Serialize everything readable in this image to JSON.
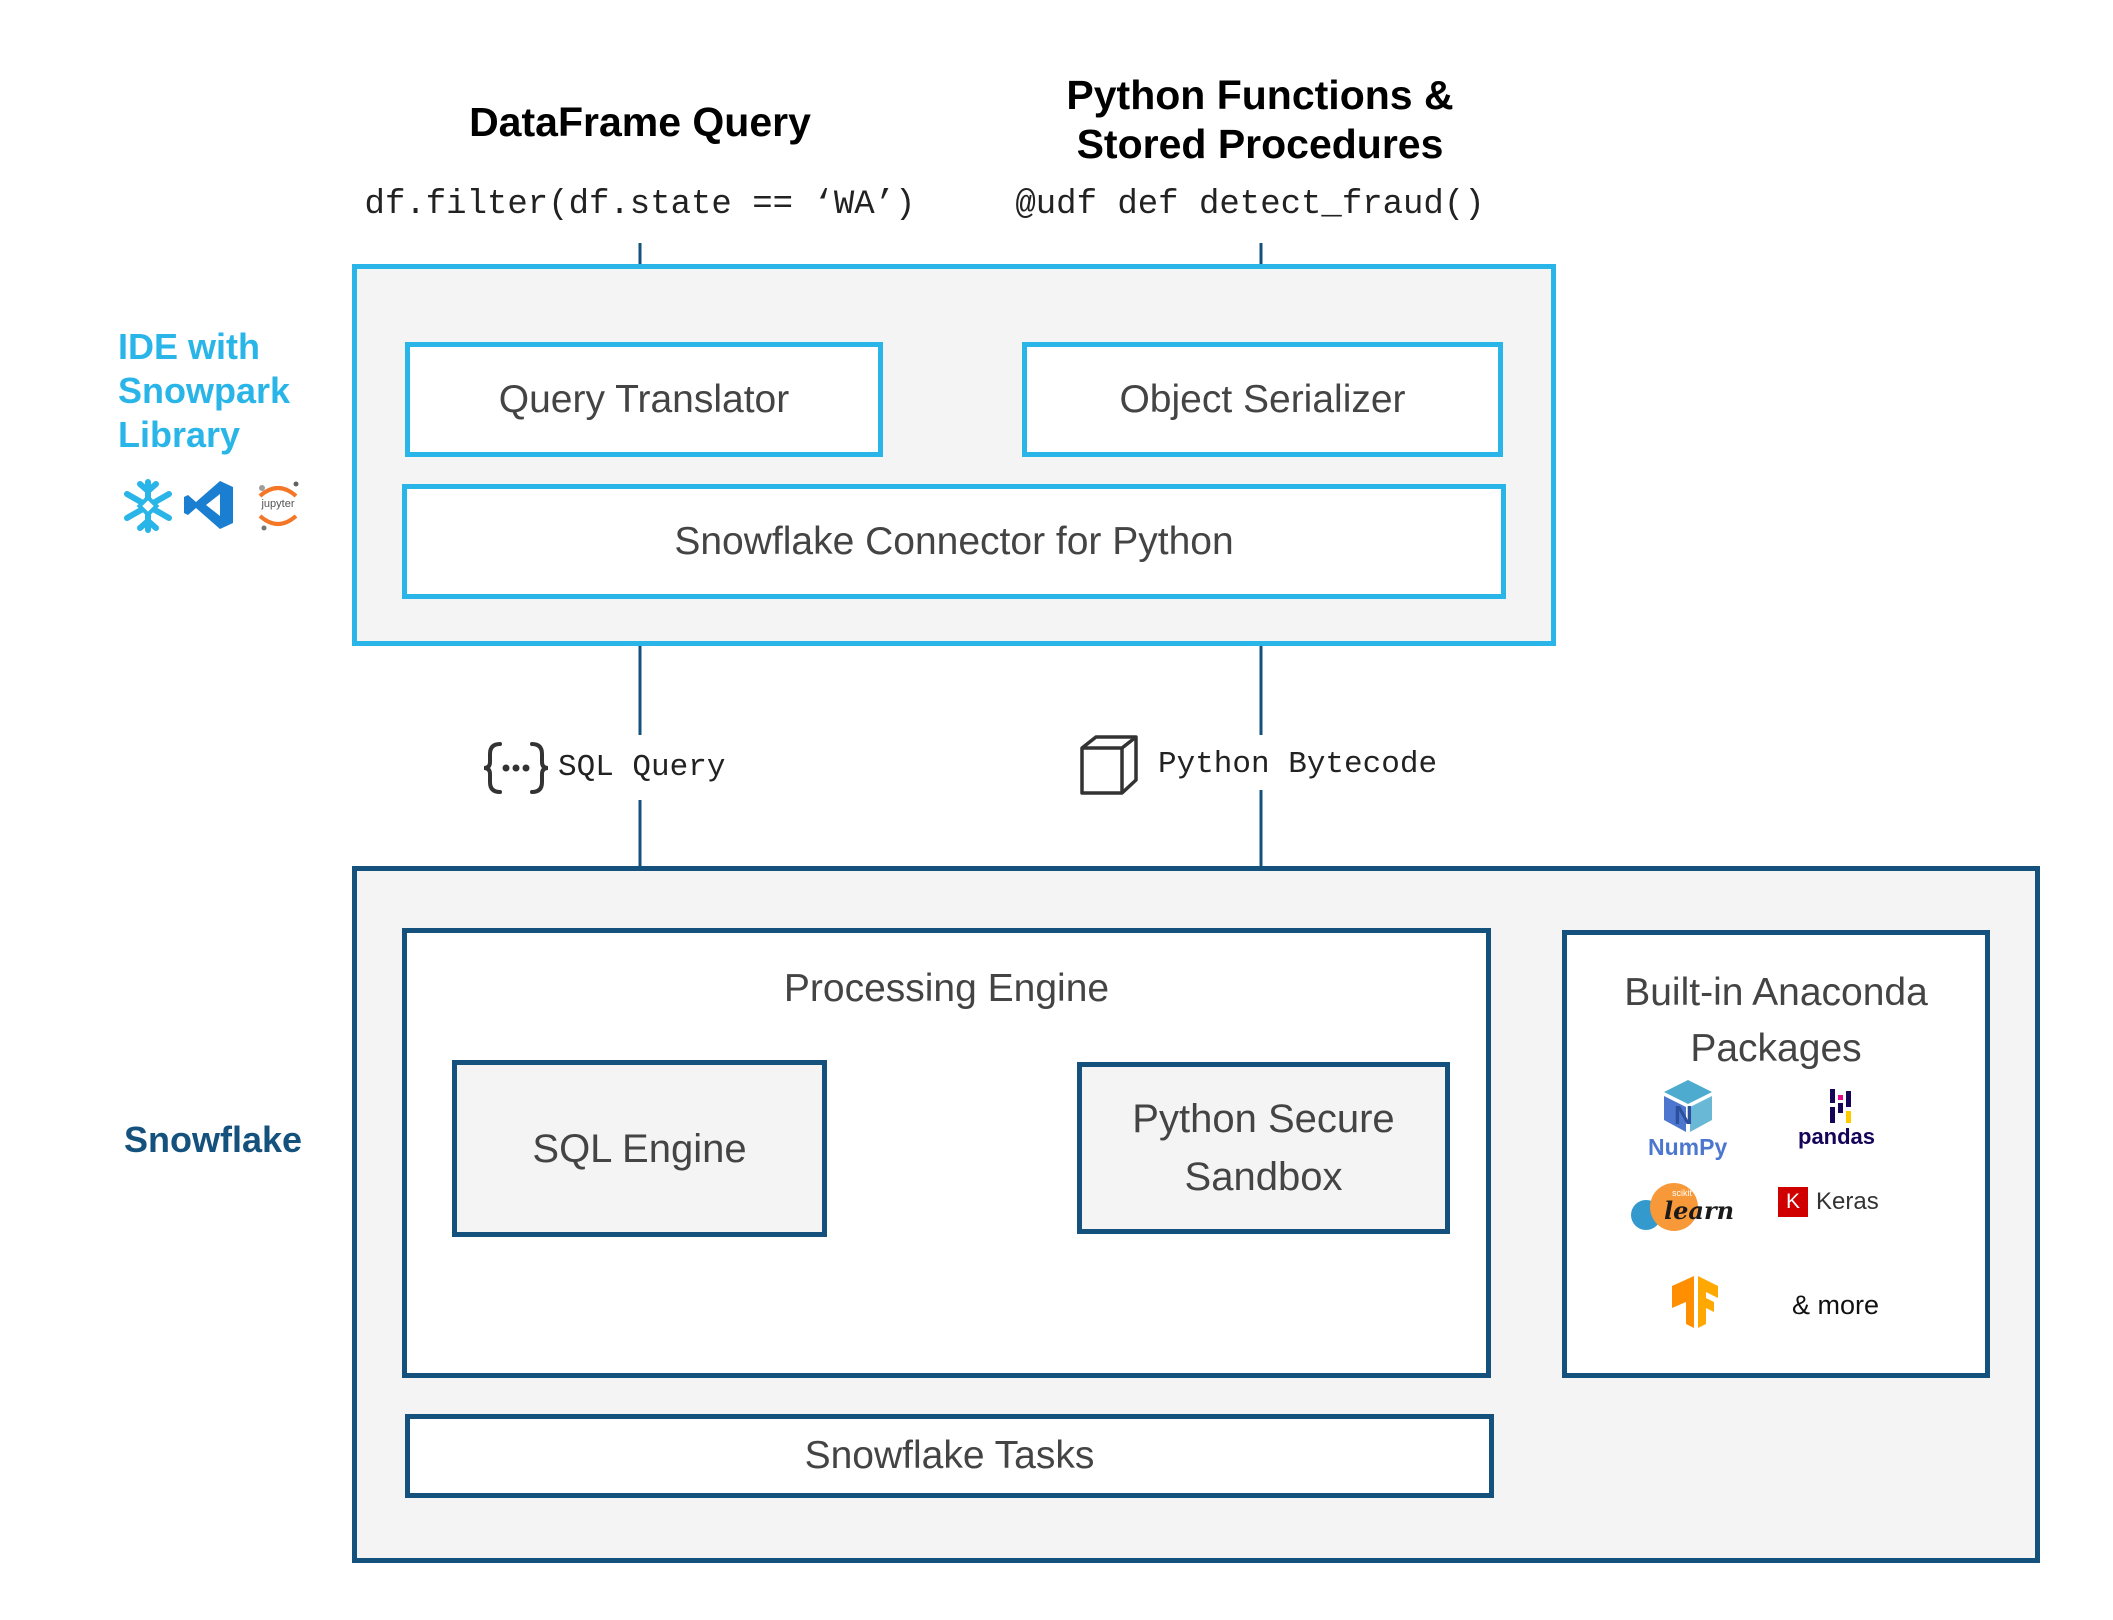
{
  "top": {
    "dataframe_title": "DataFrame Query",
    "dataframe_code": "df.filter(df.state == ‘WA’)",
    "functions_title_line1": "Python Functions &",
    "functions_title_line2": "Stored Procedures",
    "functions_code": "@udf def detect_fraud()"
  },
  "ide": {
    "label_line1": "IDE with",
    "label_line2": "Snowpark",
    "label_line3": "Library",
    "icons": [
      "snowflake-icon",
      "vscode-icon",
      "jupyter-icon"
    ],
    "jupyter_text": "jupyter",
    "query_translator": "Query Translator",
    "object_serializer": "Object Serializer",
    "connector": "Snowflake Connector for Python"
  },
  "transfer": {
    "sql_label": "SQL Query",
    "bytecode_label": "Python Bytecode",
    "sql_icon": "curly-braces-icon",
    "bytecode_icon": "cube-icon"
  },
  "snowflake": {
    "label": "Snowflake",
    "processing_engine": "Processing Engine",
    "sql_engine": "SQL Engine",
    "sandbox_line1": "Python Secure",
    "sandbox_line2": "Sandbox",
    "tasks": "Snowflake Tasks",
    "anaconda_line1": "Built-in Anaconda",
    "anaconda_line2": "Packages",
    "packages": {
      "numpy": "NumPy",
      "pandas": "pandas",
      "sklearn_small": "scikit",
      "sklearn": "learn",
      "keras_letter": "K",
      "keras": "Keras",
      "more": "& more"
    }
  },
  "colors": {
    "ide_blue": "#29b5e8",
    "snowflake_navy": "#14517d",
    "panel_grey": "#f4f4f4",
    "connector_line": "#14517d"
  }
}
